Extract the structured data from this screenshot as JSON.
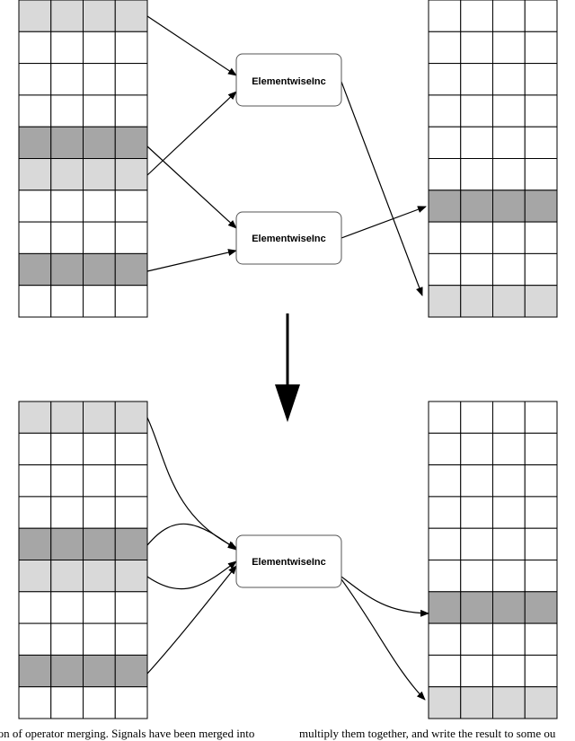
{
  "colors": {
    "light_row": "#d9d9d9",
    "dark_row": "#a6a6a6",
    "empty_row": "#ffffff",
    "stroke": "#000000"
  },
  "top": {
    "left_array_rows": [
      "light",
      "empty",
      "empty",
      "empty",
      "dark",
      "light",
      "empty",
      "empty",
      "dark",
      "empty"
    ],
    "right_array_rows": [
      "empty",
      "empty",
      "empty",
      "empty",
      "empty",
      "empty",
      "dark",
      "empty",
      "empty",
      "light"
    ],
    "op_boxes": [
      {
        "label": "ElementwiseInc"
      },
      {
        "label": "ElementwiseInc"
      }
    ]
  },
  "bottom": {
    "left_array_rows": [
      "light",
      "empty",
      "empty",
      "empty",
      "dark",
      "light",
      "empty",
      "empty",
      "dark",
      "empty"
    ],
    "right_array_rows": [
      "empty",
      "empty",
      "empty",
      "empty",
      "empty",
      "empty",
      "dark",
      "empty",
      "empty",
      "light"
    ],
    "op_boxes": [
      {
        "label": "ElementwiseInc"
      }
    ]
  },
  "caption": {
    "left": "ion of operator merging. Signals have been merged into",
    "right": "multiply them together, and write the result to some ou"
  }
}
